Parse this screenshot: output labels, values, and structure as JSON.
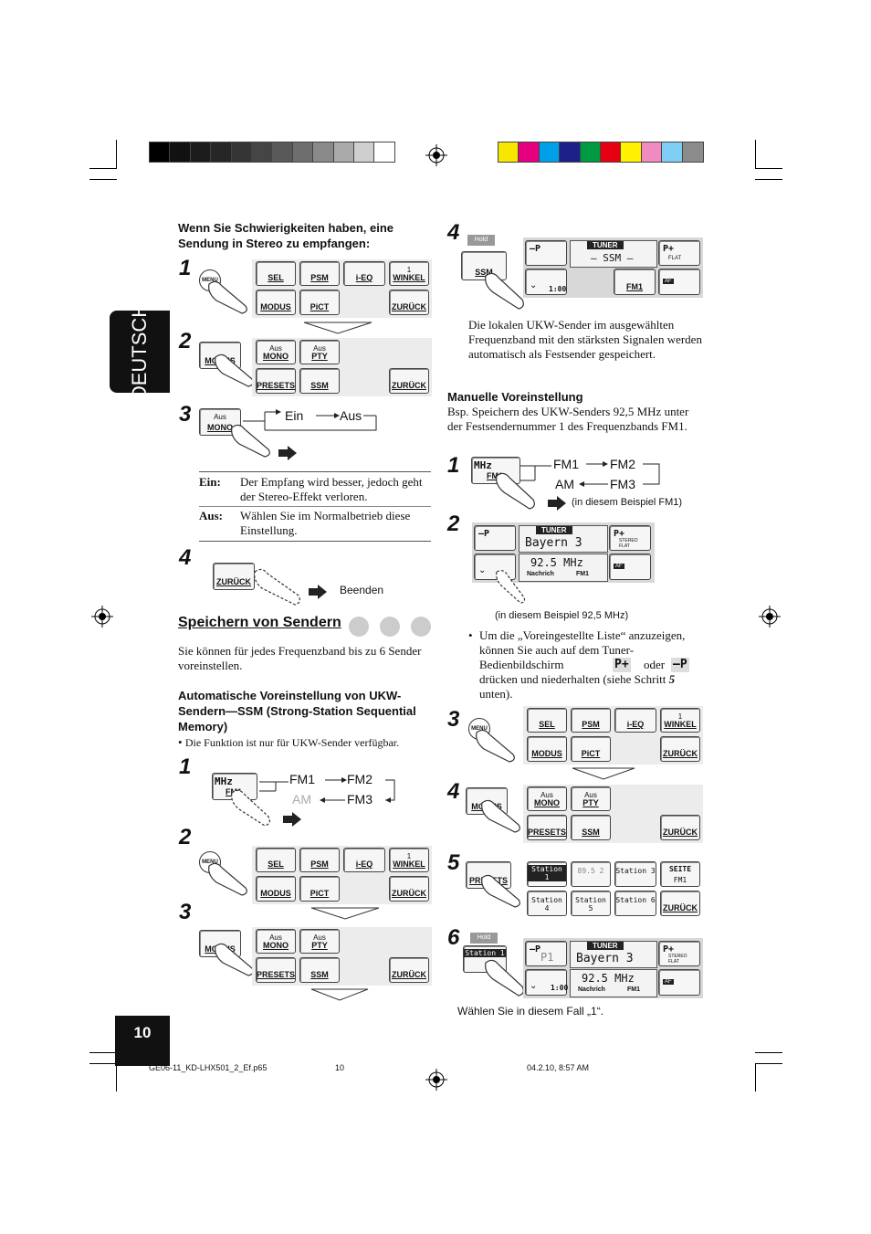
{
  "colorbar_left": [
    "#000000",
    "#111111",
    "#1c1c1c",
    "#262626",
    "#353535",
    "#454545",
    "#595959",
    "#6e6e6e",
    "#8a8a8a",
    "#aaaaaa",
    "#cfcfcf",
    "#ffffff"
  ],
  "colorbar_right": [
    "#f7e600",
    "#e4007f",
    "#00a0e9",
    "#1d2088",
    "#009944",
    "#e60012",
    "#fff100",
    "#f08ac0",
    "#7ecef4",
    "#8c8c8c"
  ],
  "tab": "DEUTSCH",
  "page_number": "10",
  "left": {
    "heading": "Wenn Sie Schwierigkeiten haben, eine Sendung in Stereo zu empfangen:",
    "steps": [
      "1",
      "2",
      "3",
      "4"
    ],
    "ein_aus": {
      "ein": "Ein",
      "aus": "Aus"
    },
    "ein_label": "Ein:",
    "ein_text": "Der Empfang wird besser, jedoch geht der Stereo-Effekt verloren.",
    "aus_label": "Aus:",
    "aus_text": "Wählen Sie im Normalbetrieb diese Einstellung.",
    "beenden": "Beenden",
    "section_title": "Speichern von Sendern",
    "section_intro": "Sie können für jedes Frequenzband bis zu 6 Sender voreinstellen.",
    "ssm_heading": "Automatische Voreinstellung von UKW-Sendern—SSM (Strong-Station Sequential Memory)",
    "ssm_bullet": "Die Funktion ist nur für UKW-Sender verfügbar.",
    "steps2": [
      "1",
      "2",
      "3"
    ],
    "bands": {
      "fm1": "FM1",
      "fm2": "FM2",
      "am": "AM",
      "fm3": "FM3"
    }
  },
  "buttons": {
    "sel": "SEL",
    "psm": "PSM",
    "ieq": "i-EQ",
    "winkel": "WINKEL",
    "one": "1",
    "modus": "MODUS",
    "pict": "PiCT",
    "zuruck": "ZURÜCK",
    "aus": "Aus",
    "mono": "MONO",
    "pty": "PTY",
    "presets": "PRESETS",
    "ssm": "SSM",
    "menu": "MENU",
    "mhz": "MHz",
    "fm1": "FM1",
    "hold": "Hold"
  },
  "right": {
    "step4": "4",
    "tuner": "TUNER",
    "ssm_display": "– SSM –",
    "time": "1:00",
    "fm1": "FM1",
    "flat": "FLAT",
    "af": "AF",
    "ssm_text": "Die lokalen UKW-Sender im ausgewählten Frequenzband mit den stärksten Signalen werden automatisch als Festsender gespeichert.",
    "manual_heading": "Manuelle Voreinstellung",
    "manual_text": "Bsp. Speichern des UKW-Senders 92,5 MHz unter der Festsendernummer 1 des Frequenzbands FM1.",
    "steps": [
      "1",
      "2",
      "3",
      "4",
      "5",
      "6"
    ],
    "bands": {
      "fm1": "FM1",
      "fm2": "FM2",
      "am": "AM",
      "fm3": "FM3"
    },
    "example_fm1": "(in diesem Beispiel FM1)",
    "station": "Bayern 3",
    "freq": "92.5 MHz",
    "nachricht": "Nachrich",
    "stereo": "STEREO",
    "example_freq": "(in diesem Beispiel 92,5 MHz)",
    "bullet_text_1": "Um die „Voreingestellte Liste“ anzuzeigen, können Sie auch auf dem Tuner-Bedienbildschirm",
    "oder": "oder",
    "bullet_text_2": "drücken und niederhalten (siehe Schritt",
    "step_ref": "5",
    "bullet_text_3": "unten).",
    "presets_screen": {
      "s1": "Station 1",
      "s2": "89.5 2",
      "s3": "Station 3",
      "seite": "SEITE",
      "fm1": "FM1",
      "s4": "Station 4",
      "s5": "Station 5",
      "s6": "Station 6",
      "zuruck": "ZURÜCK"
    },
    "hold": "Hold",
    "station_btn": "Station 1",
    "p1": "P1",
    "final_caption": "Wählen Sie in diesem Fall „1“."
  },
  "footer": {
    "file": "GE06-11_KD-LHX501_2_Ef.p65",
    "page": "10",
    "date": "04.2.10, 8:57 AM"
  }
}
